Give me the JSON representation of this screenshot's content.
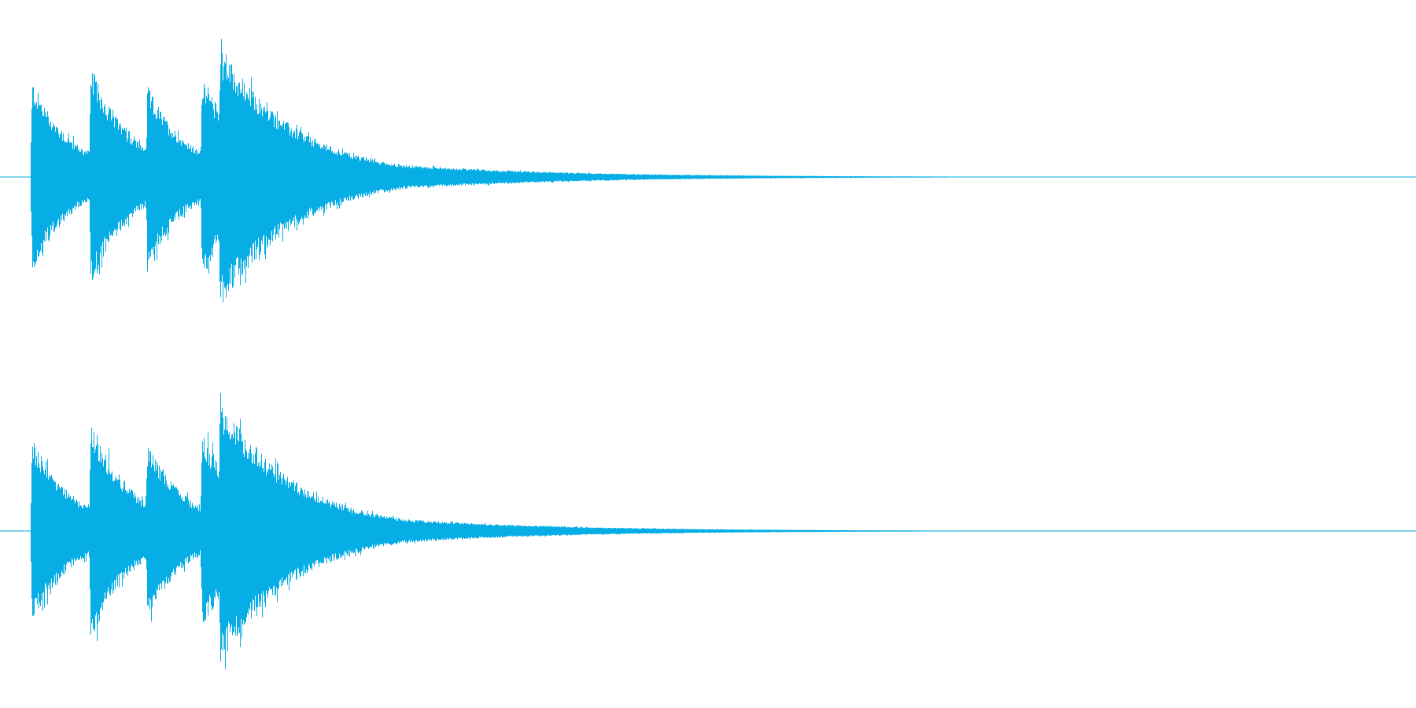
{
  "waveform": {
    "color": "#06aee5",
    "background": "#ffffff",
    "channel_count": 2,
    "channels": [
      {
        "events": [
          {
            "onset": 0.0,
            "peak": 0.74
          },
          {
            "onset": 0.0423,
            "peak": 0.85
          },
          {
            "onset": 0.0832,
            "peak": 0.7
          },
          {
            "onset": 0.1226,
            "peak": 0.79
          },
          {
            "onset": 0.1355,
            "peak": 0.99
          }
        ]
      },
      {
        "events": [
          {
            "onset": 0.0,
            "peak": 0.72
          },
          {
            "onset": 0.0423,
            "peak": 0.85
          },
          {
            "onset": 0.0832,
            "peak": 0.67
          },
          {
            "onset": 0.1226,
            "peak": 0.77
          },
          {
            "onset": 0.1355,
            "peak": 1.0
          }
        ]
      }
    ]
  }
}
